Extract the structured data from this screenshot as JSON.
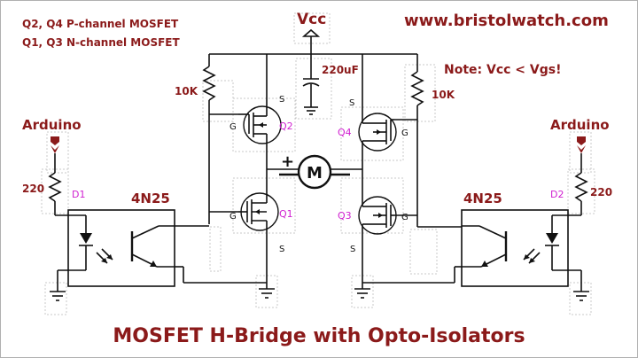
{
  "header": {
    "note_pmos": "Q2, Q4 P-channel MOSFET",
    "note_nmos": "Q1, Q3 N-channel MOSFET",
    "website": "www.bristolwatch.com",
    "vgs_note": "Note: Vcc < Vgs!"
  },
  "supply": {
    "vcc": "Vcc",
    "capacitor": "220uF"
  },
  "left": {
    "arduino": "Arduino",
    "resistor_input": "220",
    "diode": "D1",
    "opto": "4N25",
    "pullup": "10K"
  },
  "right": {
    "arduino": "Arduino",
    "resistor_input": "220",
    "diode": "D2",
    "opto": "4N25",
    "pullup": "10K"
  },
  "transistors": {
    "q1": "Q1",
    "q2": "Q2",
    "q3": "Q3",
    "q4": "Q4",
    "gate": "G",
    "source": "S"
  },
  "motor": {
    "label": "M",
    "polarity": "+"
  },
  "title": "MOSFET H-Bridge with Opto-Isolators",
  "colors": {
    "title": "#8b1a1a",
    "designator": "#d020d0",
    "connector": "#8b1a1a"
  }
}
